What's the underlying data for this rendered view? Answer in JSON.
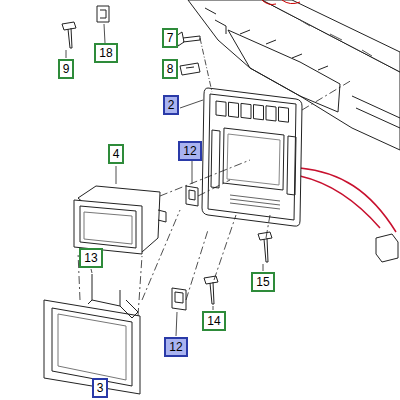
{
  "diagram": {
    "labels": [
      "9",
      "18",
      "7",
      "8",
      "2",
      "12",
      "4",
      "13",
      "3",
      "15",
      "14",
      "12"
    ]
  }
}
